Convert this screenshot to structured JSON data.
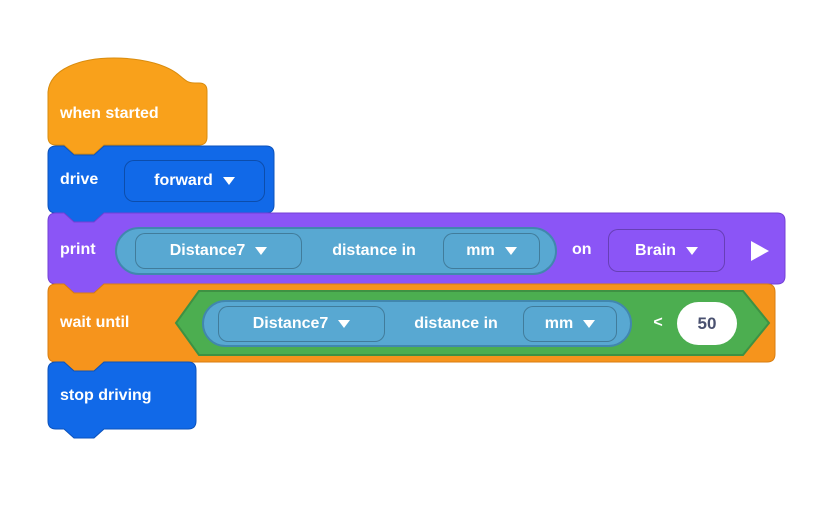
{
  "colors": {
    "background": "#FFFFFF",
    "label_text": "#FFFFFF",
    "events_fill": "#F9A11B",
    "events_border": "#D98C0E",
    "drivetrain_fill": "#1169E8",
    "drivetrain_border": "#0B52BC",
    "looks_fill": "#8B55F6",
    "looks_border": "#7440D6",
    "control_fill": "#F6941C",
    "control_border": "#D97E10",
    "sensing_fill": "#58A8D2",
    "sensing_border": "#4187AE",
    "boolean_fill": "#4CAE50",
    "boolean_border": "#3E9143",
    "input_fill": "#FFFFFF",
    "input_text": "#4A5170"
  },
  "workspace": {
    "blocks": {
      "when_started": {
        "label": "when started"
      },
      "drive": {
        "label": "drive",
        "direction_selected": "forward"
      },
      "print": {
        "label": "print",
        "sensor_reporter": {
          "device_selected": "Distance7",
          "text": "distance in",
          "unit_selected": "mm"
        },
        "on_label": "on",
        "target_selected": "Brain"
      },
      "wait_until": {
        "label": "wait until",
        "condition": {
          "sensor_reporter": {
            "device_selected": "Distance7",
            "text": "distance in",
            "unit_selected": "mm"
          },
          "operator": "<",
          "value": "50"
        }
      },
      "stop_driving": {
        "label": "stop driving"
      }
    }
  }
}
